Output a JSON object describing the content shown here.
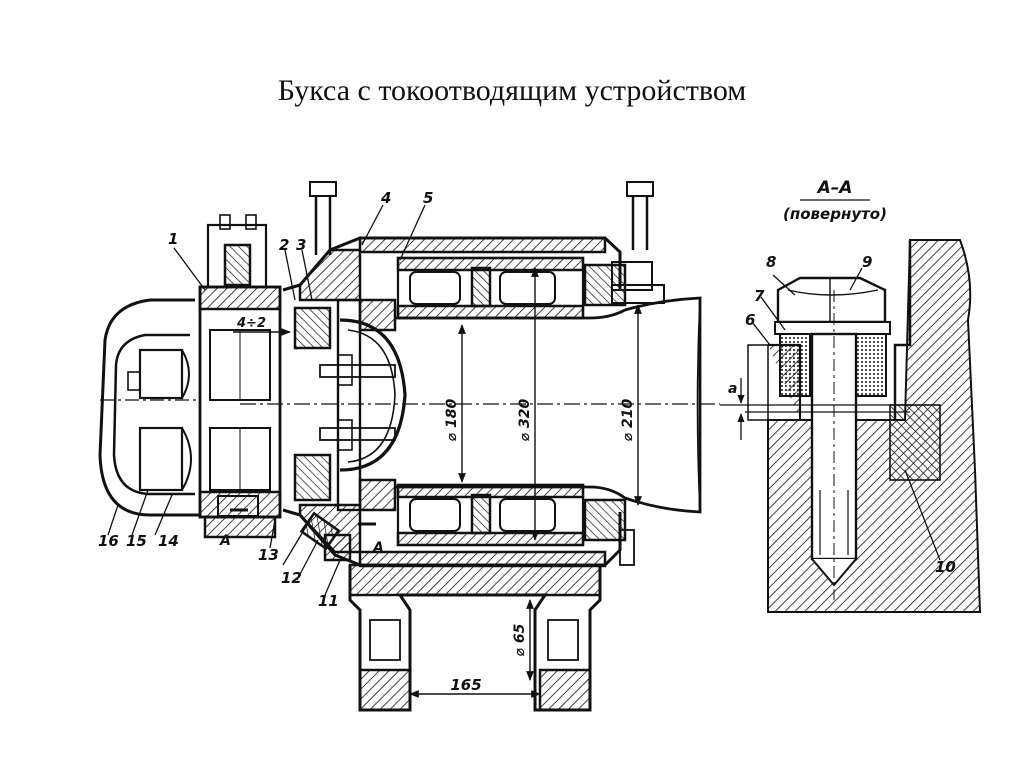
{
  "title": "Букса с токоотводящим устройством",
  "labels": {
    "n1": "1",
    "n2": "2",
    "n3": "3",
    "n4": "4",
    "n5": "5",
    "n6": "6",
    "n7": "7",
    "n8": "8",
    "n9": "9",
    "n10": "10",
    "n11": "11",
    "n12": "12",
    "n13": "13",
    "n14": "14",
    "n15": "15",
    "n16": "16",
    "gap": "4÷2",
    "secA1": "A",
    "secA2": "A",
    "section_title": "A–A",
    "section_sub": "(повернуто)",
    "gap_a": "a"
  },
  "dimensions": {
    "d180": "⌀ 180",
    "d320": "⌀ 320",
    "d210": "⌀ 210",
    "d65": "⌀ 65",
    "len165": "165"
  }
}
